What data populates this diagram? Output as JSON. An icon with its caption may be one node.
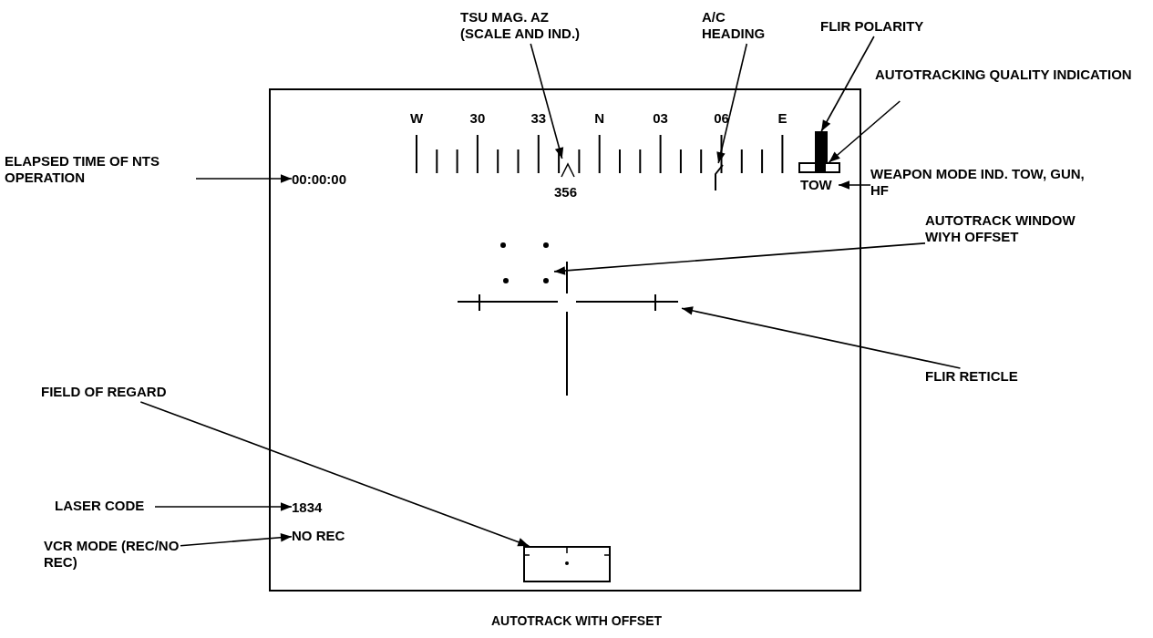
{
  "diagram": {
    "caption": "AUTOTRACK WITH OFFSET",
    "nodes": [
      {
        "text": [],
        "shape": "box"
      },
      {
        "text": [
          "TSU MAG. AZ (SCALE AND IND.)"
        ]
      },
      {
        "text": [
          "A/C HEADING"
        ]
      },
      {
        "text": [
          "FLIR POLARITY"
        ]
      },
      {
        "text": [
          "AUTOTRACKING QUALITY INDICATION"
        ]
      },
      {
        "text": [
          "ELAPSED TIME OF NTS OPERATION"
        ]
      },
      {
        "text": [
          "00:00:00"
        ],
        "in": 0
      },
      {
        "text": [
          "356"
        ],
        "in": 0
      },
      {
        "text": [],
        "shape": "bar",
        "in": 0
      },
      {
        "text": [],
        "shape": "bar",
        "in": 0
      },
      {
        "text": [],
        "shape": "box",
        "in": 0
      },
      {
        "text": [
          "TOW"
        ],
        "in": 0
      },
      {
        "text": [
          "WEAPON MODE IND. TOW, GUN, HF"
        ]
      },
      {
        "text": [
          "AUTOTRACK WINDOW WIYH OFFSET"
        ]
      },
      {
        "text": [],
        "shape": "picture",
        "in": 0
      },
      {
        "text": [
          "FLIR RETICLE"
        ]
      },
      {
        "text": [],
        "shape": "picture",
        "in": 0
      },
      {
        "text": [
          "FIELD OF REGARD"
        ]
      },
      {
        "text": [],
        "shape": "box",
        "in": 0
      },
      {
        "text": [
          "LASER CODE"
        ]
      },
      {
        "text": [
          "1834"
        ],
        "in": 0
      },
      {
        "text": [
          "VCR MODE (REC/NO REC)"
        ]
      },
      {
        "text": [
          "NO REC"
        ],
        "in": 0
      }
    ],
    "edges": [
      {
        "from": 1,
        "to": 7,
        "arrow": "to"
      },
      {
        "from": 2,
        "to": 8,
        "arrow": "to"
      },
      {
        "from": 3,
        "to": 9,
        "arrow": "to"
      },
      {
        "from": 4,
        "to": 10,
        "arrow": "to"
      },
      {
        "from": 5,
        "to": 6,
        "arrow": "to"
      },
      {
        "from": 12,
        "to": 11,
        "arrow": "to"
      },
      {
        "from": 13,
        "to": 14,
        "arrow": "to"
      },
      {
        "from": 15,
        "to": 16,
        "arrow": "to"
      },
      {
        "from": 17,
        "to": 18,
        "arrow": "to"
      },
      {
        "from": 19,
        "to": 20,
        "arrow": "to"
      },
      {
        "from": 21,
        "to": 22,
        "arrow": "to"
      }
    ],
    "labels": [
      "W",
      "30",
      "33",
      "N",
      "03",
      "06",
      "E"
    ]
  }
}
